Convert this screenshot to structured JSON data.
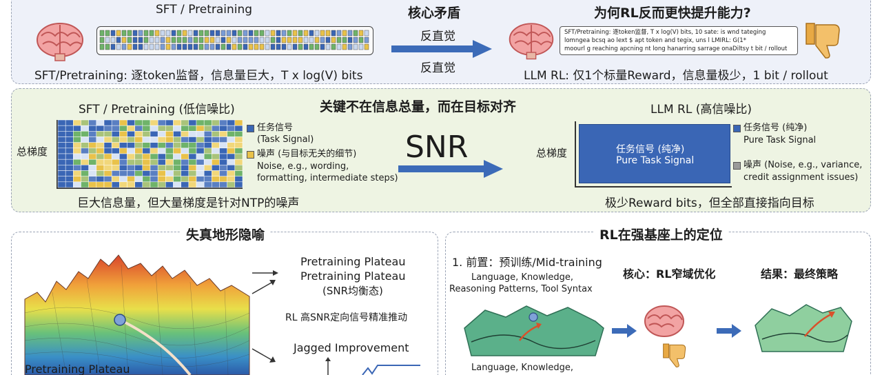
{
  "top": {
    "left_title": "SFT / Pretraining",
    "center_title": "核心矛盾",
    "right_title": "为何RL反而更快提升能力?",
    "arrow_label_top": "反直觉",
    "arrow_label_bottom": "反直觉",
    "left_caption": "SFT/Pretraining: 逐token监督，信息量巨大，T x log(V) bits",
    "right_caption": "LLM RL: 仅1个标量Reward，信息量极少，1 bit / rollout",
    "doc_lines": [
      "SFT/Pretraining: 逐token监督, T x log(V) bits, 10 sate: is wnd tateging",
      "lomngea bcsq ao lext $ apt token and tegix, uns l LMIRL: G(1*",
      "moourl g reaching apcning nt long hanarring sarrage onaDiltsy t bit / rollout"
    ]
  },
  "mid": {
    "heading": "关键不在信息总量，而在目标对齐",
    "left_title": "SFT / Pretraining (低信噪比)",
    "right_title": "LLM RL (高信噪比)",
    "left_axis": "总梯度",
    "right_axis": "总梯度",
    "center_label": "SNR",
    "left_legend": [
      {
        "label": "任务信号",
        "sub": "(Task Signal)",
        "color": "#3a66b5"
      },
      {
        "label": "噪声 (与目标无关的细节)",
        "sub": "Noise, e.g., wording,",
        "sub2": "formatting, intermediate steps)",
        "color": "#e9c24a"
      }
    ],
    "right_legend": [
      {
        "label": "任务信号 (纯净)",
        "sub": "Pure Task Signal",
        "color": "#3a66b5"
      },
      {
        "label": "噪声 (Noise, e.g., variance,",
        "sub": "credit assignment issues)",
        "color": "#9a9a9a"
      }
    ],
    "box_label_cn": "任务信号 (纯净)",
    "box_label_en": "Pure Task Signal",
    "left_caption": "巨大信息量，但大量梯度是针对NTP的噪声",
    "right_caption": "极少Reward bits，但全部直接指向目标"
  },
  "bottom_left": {
    "title": "失真地形隐喻",
    "plateau_1": "Pretraining Plateau",
    "plateau_2": "Pretraining Plateau",
    "snr_note": "(SNR均衡态)",
    "rl_push": "RL 高SNR定向信号精准推动",
    "jagged": "Jagged Improvement",
    "plateau_label": "Pretraining Plateau"
  },
  "bottom_right": {
    "title": "RL在强基座上的定位",
    "step1": "1. 前置：预训练/Mid-training",
    "step1_sub1": "Language, Knowledge,",
    "step1_sub2": "Reasoning Patterns, Tool Syntax",
    "core": "核心：RL窄域优化",
    "result": "结果：最终策略",
    "bottom_sub": "Language, Knowledge,"
  }
}
